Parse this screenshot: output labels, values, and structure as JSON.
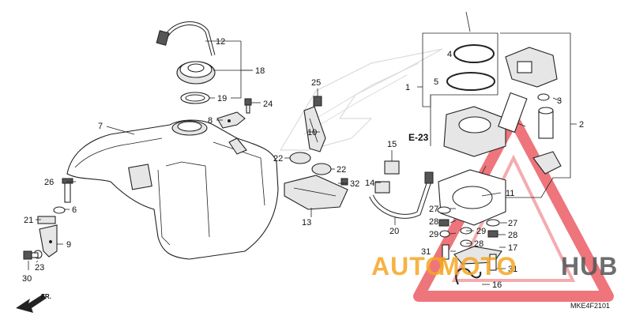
{
  "reference": "E-23",
  "diagram_code": "MKE4F2101",
  "front_label": "FR.",
  "watermark": {
    "text_left": "AUTO",
    "text_mid": "MOTO",
    "text_right": "HUB",
    "color_main": "#f5a623",
    "color_right": "#555555",
    "triangle_color": "#e8474f"
  },
  "callouts": {
    "c1": "1",
    "c2": "2",
    "c3": "3",
    "c4": "4",
    "c5": "5",
    "c6": "6",
    "c7": "7",
    "c8": "8",
    "c9": "9",
    "c10": "10",
    "c11": "11",
    "c12": "12",
    "c13": "13",
    "c14": "14",
    "c15": "15",
    "c16": "16",
    "c17": "17",
    "c18": "18",
    "c19": "19",
    "c20": "20",
    "c21": "21",
    "c22a": "22",
    "c22b": "22",
    "c23": "23",
    "c24": "24",
    "c25": "25",
    "c26": "26",
    "c27a": "27",
    "c27b": "27",
    "c28a": "28",
    "c28b": "28",
    "c28c": "28",
    "c29a": "29",
    "c29b": "29",
    "c30": "30",
    "c31a": "31",
    "c31b": "31",
    "c32": "32"
  }
}
